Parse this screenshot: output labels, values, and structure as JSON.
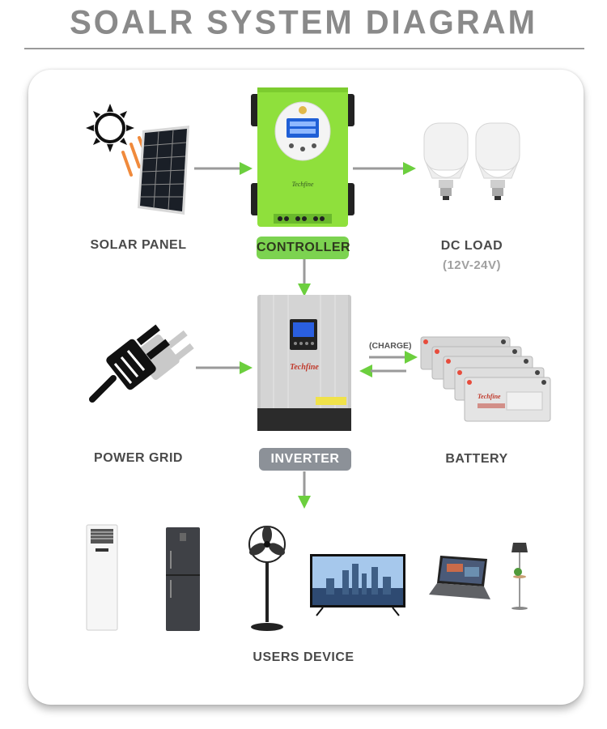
{
  "title": "SOALR SYSTEM DIAGRAM",
  "nodes": {
    "solar_panel": "SOLAR PANEL",
    "controller": "CONTROLLER",
    "dc_load": "DC LOAD",
    "dc_load_voltage": "(12V-24V)",
    "power_grid": "POWER GRID",
    "inverter": "INVERTER",
    "battery": "BATTERY",
    "users_device": "USERS DEVICE"
  },
  "charge_label": "(CHARGE)",
  "brand": "Techfine",
  "colors": {
    "accent_green": "#7cd350",
    "inverter_gray": "#8c9198",
    "arrow_gray": "#9a9a9a"
  }
}
